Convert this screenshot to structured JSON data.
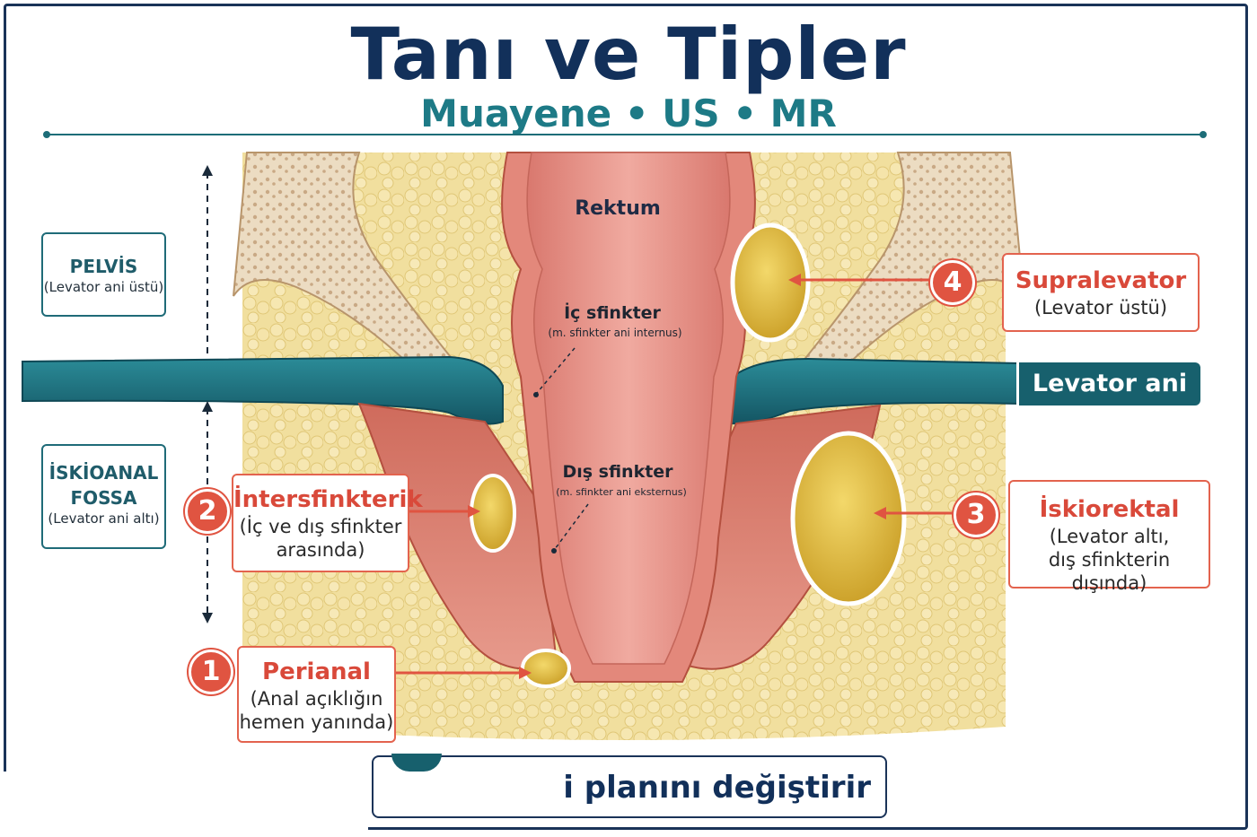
{
  "title": "Tanı ve Tipler",
  "subtitle": "Muayene • US • MR",
  "zones": {
    "pelvis": {
      "title": "PELVİS",
      "sub": "(Levator ani üstü)"
    },
    "fossa": {
      "title1": "İSKİOANAL",
      "title2": "FOSSA",
      "sub": "(Levator ani altı)"
    }
  },
  "anatomy": {
    "rektum": "Rektum",
    "ic_sfinkter": "İç sfinkter",
    "ic_sfinkter_latin": "(m. sfinkter ani internus)",
    "dis_sfinkter": "Dış sfinkter",
    "dis_sfinkter_latin": "(m. sfinkter ani eksternus)",
    "levator": "Levator ani"
  },
  "types": [
    {
      "num": "1",
      "title": "Perianal",
      "sub1": "(Anal açıklığın",
      "sub2": "hemen yanında)"
    },
    {
      "num": "2",
      "title": "İntersfinkterik",
      "sub1": "(İç ve dış sfinkter",
      "sub2": "arasında)"
    },
    {
      "num": "3",
      "title": "İskiorektal",
      "sub1": "(Levator altı,",
      "sub2": "dış sfinkterin dışında)"
    },
    {
      "num": "4",
      "title": "Supralevator",
      "sub1": "(Levator üstü)"
    }
  ],
  "bottom_text": "i planını değiştirir",
  "colors": {
    "navy": "#12305a",
    "teal": "#1d7a86",
    "red": "#e05441",
    "abscess": "#d9b43a"
  }
}
